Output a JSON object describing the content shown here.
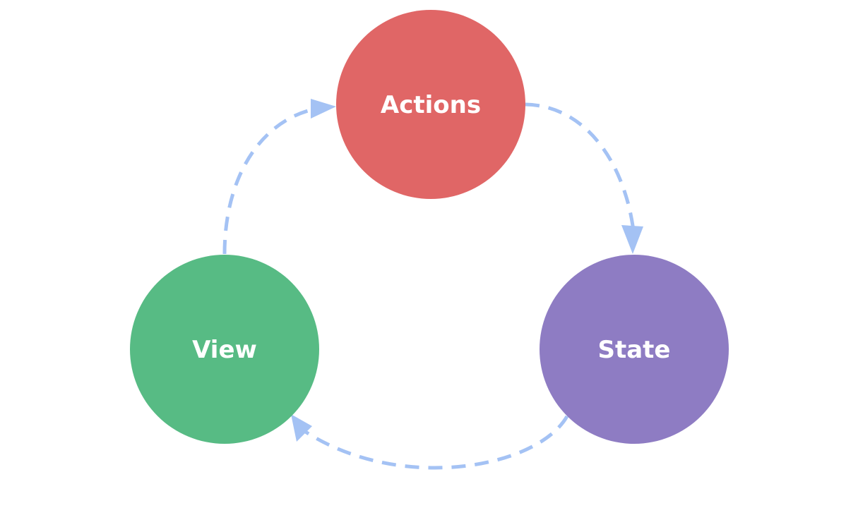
{
  "diagram": {
    "nodes": {
      "actions": {
        "label": "Actions",
        "color": "#E06666"
      },
      "state": {
        "label": "State",
        "color": "#8E7CC3"
      },
      "view": {
        "label": "View",
        "color": "#57BB84"
      }
    },
    "edge_color": "#A4C2F4",
    "edges": [
      {
        "from": "Actions",
        "to": "State"
      },
      {
        "from": "State",
        "to": "View"
      },
      {
        "from": "View",
        "to": "Actions"
      }
    ]
  }
}
